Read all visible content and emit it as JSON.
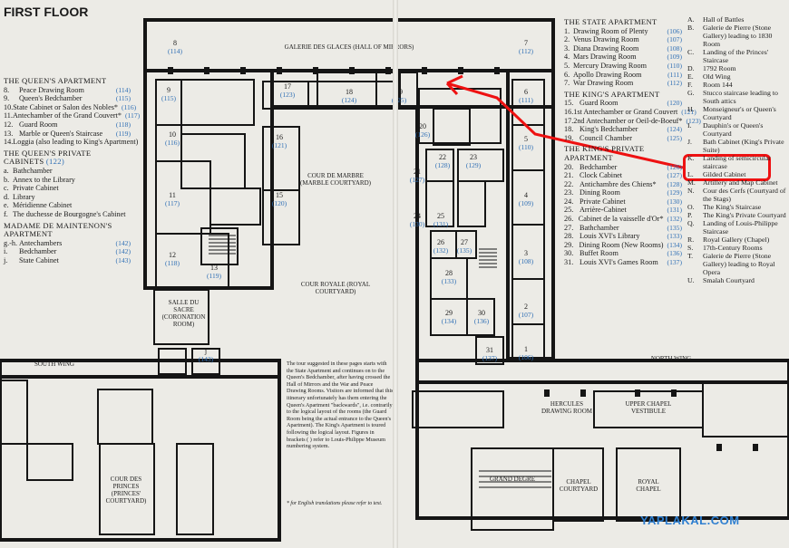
{
  "title": "FIRST FLOOR",
  "galerie": "GALERIE DES GLACES (HALL OF MIRRORS)",
  "queens_apartment": {
    "heading": "THE QUEEN'S APARTMENT",
    "items": [
      {
        "k": "8.",
        "t": "Peace Drawing Room",
        "p": "(114)"
      },
      {
        "k": "9.",
        "t": "Queen's Bedchamber",
        "p": "(115)"
      },
      {
        "k": "10.",
        "t": "State Cabinet or Salon des Nobles*",
        "p": "(116)"
      },
      {
        "k": "11.",
        "t": "Antechamber of the Grand Couvert*",
        "p": "(117)"
      },
      {
        "k": "12.",
        "t": "Guard Room",
        "p": "(118)"
      },
      {
        "k": "13.",
        "t": "Marble or Queen's Staircase",
        "p": "(119)"
      },
      {
        "k": "14.",
        "t": "Loggia (also leading to King's Apartment)",
        "p": ""
      }
    ]
  },
  "queens_cabinets": {
    "heading": "THE QUEEN'S PRIVATE CABINETS",
    "page": "(122)",
    "items": [
      {
        "k": "a.",
        "t": "Bathchamber"
      },
      {
        "k": "b.",
        "t": "Annex to the Library"
      },
      {
        "k": "c.",
        "t": "Private Cabinet"
      },
      {
        "k": "d.",
        "t": "Library"
      },
      {
        "k": "e.",
        "t": "Méridienne Cabinet"
      },
      {
        "k": "f.",
        "t": "The duchesse de Bourgogne's Cabinet"
      }
    ]
  },
  "maintenon": {
    "heading": "MADAME DE MAINTENON'S APARTMENT",
    "items": [
      {
        "k": "g.-h.",
        "t": "Antechambers",
        "p": "(142)"
      },
      {
        "k": "i.",
        "t": "Bedchamber",
        "p": "(142)"
      },
      {
        "k": "j.",
        "t": "State Cabinet",
        "p": "(143)"
      }
    ]
  },
  "state_apartment": {
    "heading": "THE STATE APARTMENT",
    "items": [
      {
        "k": "1.",
        "t": "Drawing Room of Plenty",
        "p": "(106)"
      },
      {
        "k": "2.",
        "t": "Venus Drawing Room",
        "p": "(107)"
      },
      {
        "k": "3.",
        "t": "Diana Drawing Room",
        "p": "(108)"
      },
      {
        "k": "4.",
        "t": "Mars Drawing Room",
        "p": "(109)"
      },
      {
        "k": "5.",
        "t": "Mercury Drawing Room",
        "p": "(110)"
      },
      {
        "k": "6.",
        "t": "Apollo Drawing Room",
        "p": "(111)"
      },
      {
        "k": "7.",
        "t": "War Drawing Room",
        "p": "(112)"
      }
    ]
  },
  "kings_apartment": {
    "heading": "THE KING'S APARTMENT",
    "items": [
      {
        "k": "15.",
        "t": "Guard Room",
        "p": "(120)"
      },
      {
        "k": "16.",
        "t": "1st Antechamber or Grand Couvert",
        "p": "(121)"
      },
      {
        "k": "17.",
        "t": "2nd Antechamber or Oeil-de-Boeuf*",
        "p": "(123)"
      },
      {
        "k": "18.",
        "t": "King's Bedchamber",
        "p": "(124)"
      },
      {
        "k": "19.",
        "t": "Council Chamber",
        "p": "(125)"
      }
    ]
  },
  "kings_private": {
    "heading": "THE KING'S PRIVATE APARTMENT",
    "items": [
      {
        "k": "20.",
        "t": "Bedchamber",
        "p": "(126)"
      },
      {
        "k": "21.",
        "t": "Clock Cabinet",
        "p": "(127)"
      },
      {
        "k": "22.",
        "t": "Antichambre des Chiens*",
        "p": "(128)"
      },
      {
        "k": "23.",
        "t": "Dining Room",
        "p": "(129)"
      },
      {
        "k": "24.",
        "t": "Private Cabinet",
        "p": "(130)"
      },
      {
        "k": "25.",
        "t": "Arrière-Cabinet",
        "p": "(131)"
      },
      {
        "k": "26.",
        "t": "Cabinet de la vaisselle d'Or*",
        "p": "(132)"
      },
      {
        "k": "27.",
        "t": "Bathchamber",
        "p": "(135)"
      },
      {
        "k": "28.",
        "t": "Louis XVI's Library",
        "p": "(133)"
      },
      {
        "k": "29.",
        "t": "Dining Room (New Rooms)",
        "p": "(134)"
      },
      {
        "k": "30.",
        "t": "Buffet Room",
        "p": "(136)"
      },
      {
        "k": "31.",
        "t": "Louis XVI's Games Room",
        "p": "(137)"
      }
    ]
  },
  "letters": [
    {
      "k": "A.",
      "t": "Hall of Battles"
    },
    {
      "k": "B.",
      "t": "Galerie de Pierre (Stone Gallery) leading to 1830 Room"
    },
    {
      "k": "C.",
      "t": "Landing of the Princes' Staircase"
    },
    {
      "k": "D.",
      "t": "1792 Room"
    },
    {
      "k": "E.",
      "t": "Old Wing"
    },
    {
      "k": "F.",
      "t": "Room 144"
    },
    {
      "k": "G.",
      "t": "Stucco staircase leading to South attics"
    },
    {
      "k": "H.",
      "t": "Monseigneur's or Queen's Courtyard"
    },
    {
      "k": "I.",
      "t": "Dauphin's or Queen's Courtyard"
    },
    {
      "k": "J.",
      "t": "Bath Cabinet (King's Private Suite)"
    },
    {
      "k": "K.",
      "t": "Landing of semicircular staircase"
    },
    {
      "k": "L.",
      "t": "Gilded Cabinet"
    },
    {
      "k": "M.",
      "t": "Artillery and Map Cabinet"
    },
    {
      "k": "N.",
      "t": "Cour des Cerfs (Courtyard of the Stags)"
    },
    {
      "k": "O.",
      "t": "The King's Staircase"
    },
    {
      "k": "P.",
      "t": "The King's Private Courtyard"
    },
    {
      "k": "Q.",
      "t": "Landing of Louis-Philippe Staircase"
    },
    {
      "k": "R.",
      "t": "Royal Gallery (Chapel)"
    },
    {
      "k": "S.",
      "t": "17th-Century Rooms"
    },
    {
      "k": "T.",
      "t": "Galerie de Pierre (Stone Gallery) leading to Royal Opera"
    },
    {
      "k": "U.",
      "t": "Smalah Courtyard"
    }
  ],
  "courtyards": {
    "marbre": "COUR DE MARBRE (MARBLE COURTYARD)",
    "royale": "COUR ROYALE (ROYAL COURTYARD)",
    "sacre": "SALLE DU SACRE (CORONATION ROOM)",
    "princes": "COUR DES PRINCES (PRINCES' COURTYARD)",
    "hercules": "HERCULES DRAWING ROOM",
    "chapel_vest": "UPPER CHAPEL VESTIBULE",
    "grand_degre": "GRAND DEGRE",
    "chapel_court": "CHAPEL COURTYARD",
    "royal_chapel": "ROYAL CHAPEL",
    "south_wing": "SOUTH WING",
    "north_wing": "NORTH WING"
  },
  "tour_note": "The tour suggested in these pages starts with the State Apartment and continues on to the Queen's Bedchamber, after having crossed the Hall of Mirrors and the War and Peace Drawing Rooms. Visitors are informed that this itinerary unfortunately has them entering the Queen's Apartment \"backwards\", i.e. contrarily to the logical layout of the rooms (the Guard Room being the actual entrance to the Queen's Apartment). The King's Apartment is toured following the logical layout. Figures in brackets ( ) refer to Louis-Philippe Museum numbering system.",
  "footnote": "* for English translations please refer to text.",
  "watermark": "YAPLAKAL.COM",
  "rooms": [
    {
      "n": "8",
      "p": "(114)"
    },
    {
      "n": "7",
      "p": "(112)"
    },
    {
      "n": "9",
      "p": "(115)"
    },
    {
      "n": "17",
      "p": "(123)"
    },
    {
      "n": "18",
      "p": "(124)"
    },
    {
      "n": "19",
      "p": "(125)"
    },
    {
      "n": "6",
      "p": "(111)"
    },
    {
      "n": "10",
      "p": "(116)"
    },
    {
      "n": "16",
      "p": "(121)"
    },
    {
      "n": "20",
      "p": "(126)"
    },
    {
      "n": "5",
      "p": "(110)"
    },
    {
      "n": "22",
      "p": "(128)"
    },
    {
      "n": "23",
      "p": "(129)"
    },
    {
      "n": "11",
      "p": "(117)"
    },
    {
      "n": "15",
      "p": "(120)"
    },
    {
      "n": "21",
      "p": "(127)"
    },
    {
      "n": "4",
      "p": "(109)"
    },
    {
      "n": "24",
      "p": "(130)"
    },
    {
      "n": "25",
      "p": "(131)"
    },
    {
      "n": "12",
      "p": "(118)"
    },
    {
      "n": "13",
      "p": "(119)"
    },
    {
      "n": "26",
      "p": "(132)"
    },
    {
      "n": "27",
      "p": "(135)"
    },
    {
      "n": "3",
      "p": "(108)"
    },
    {
      "n": "28",
      "p": "(133)"
    },
    {
      "n": "2",
      "p": "(107)"
    },
    {
      "n": "29",
      "p": "(134)"
    },
    {
      "n": "30",
      "p": "(136)"
    },
    {
      "n": "31",
      "p": "(137)"
    },
    {
      "n": "1",
      "p": "(106)"
    },
    {
      "n": "j",
      "p": "(143)"
    }
  ],
  "colors": {
    "annotation": "#ee1111",
    "page_ref": "#2f6fb5",
    "wall": "#151515",
    "paper": "#ecebe6"
  }
}
